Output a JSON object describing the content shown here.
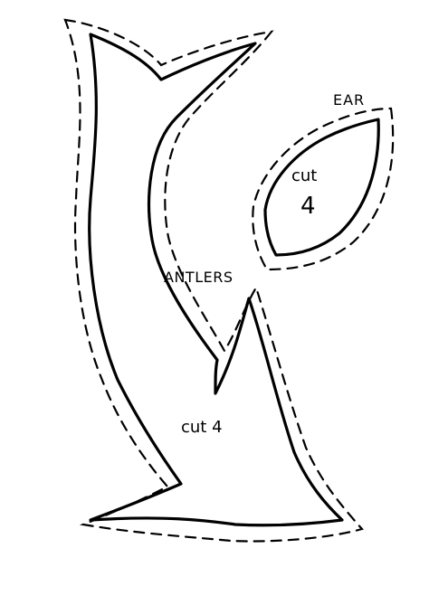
{
  "antlers": {
    "label": "ANTLERS",
    "instruction": "cut 4"
  },
  "ear": {
    "label": "EAR",
    "instruction_word": "cut",
    "instruction_count": "4"
  }
}
